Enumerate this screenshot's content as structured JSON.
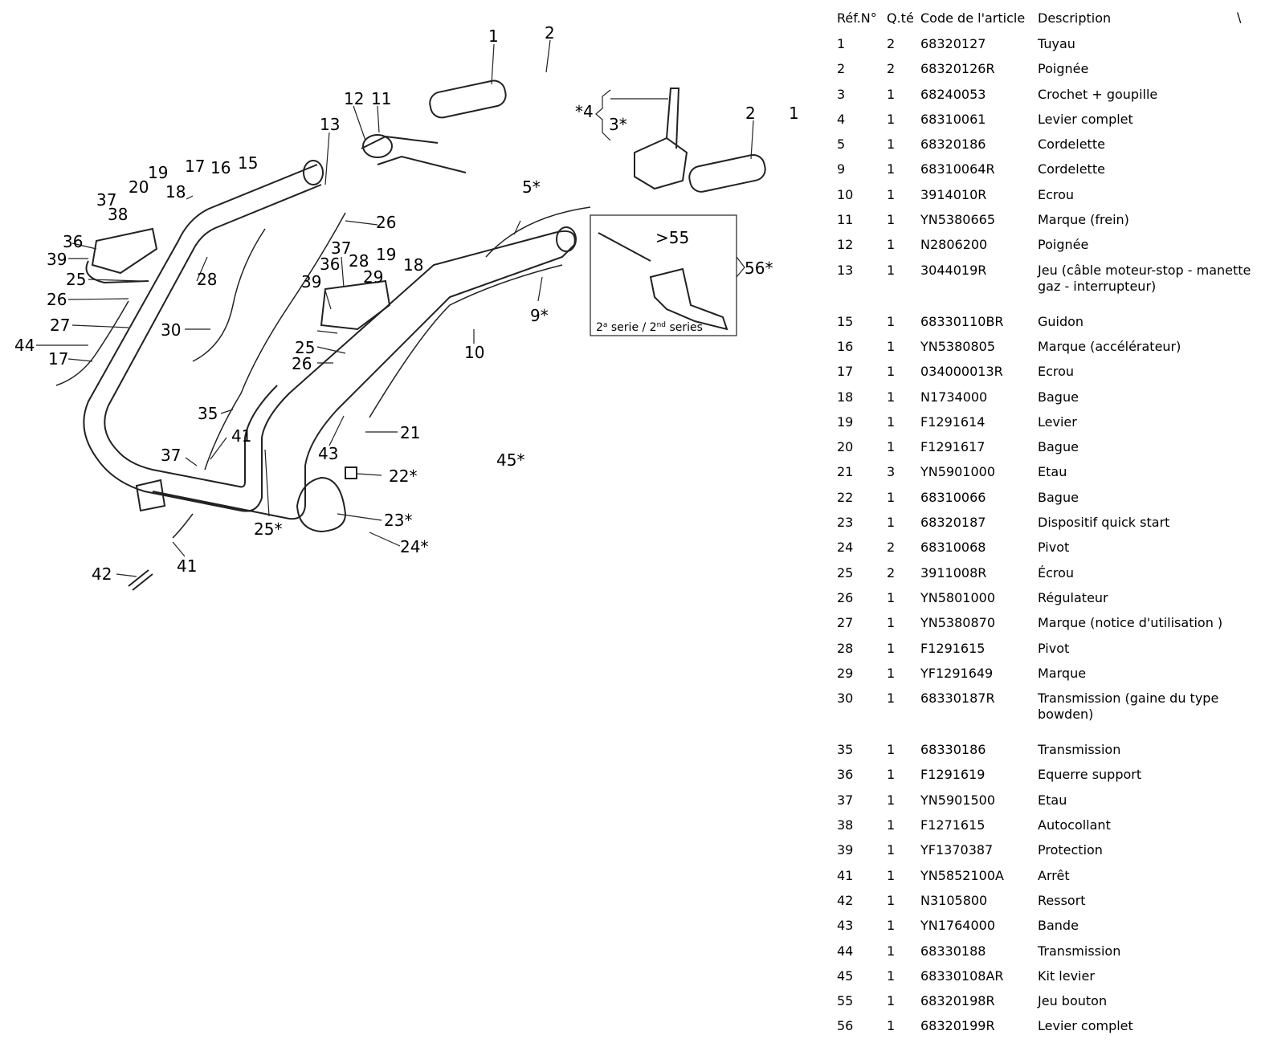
{
  "table": {
    "headers": {
      "ref": "Réf.N°",
      "qty": "Q.té",
      "code": "Code de l'article",
      "desc": "Description"
    },
    "corner_mark": "\\",
    "rows": [
      {
        "ref": "1",
        "qty": "2",
        "code": "68320127",
        "desc": "Tuyau"
      },
      {
        "ref": "2",
        "qty": "2",
        "code": "68320126R",
        "desc": "Poignée"
      },
      {
        "ref": "3",
        "qty": "1",
        "code": "68240053",
        "desc": "Crochet + goupille"
      },
      {
        "ref": "4",
        "qty": "1",
        "code": "68310061",
        "desc": "Levier complet"
      },
      {
        "ref": "5",
        "qty": "1",
        "code": "68320186",
        "desc": "Cordelette"
      },
      {
        "ref": "9",
        "qty": "1",
        "code": "68310064R",
        "desc": "Cordelette"
      },
      {
        "ref": "10",
        "qty": "1",
        "code": "3914010R",
        "desc": "Ecrou"
      },
      {
        "ref": "11",
        "qty": "1",
        "code": "YN5380665",
        "desc": "Marque (frein)"
      },
      {
        "ref": "12",
        "qty": "1",
        "code": "N2806200",
        "desc": "Poignée"
      },
      {
        "ref": "13",
        "qty": "1",
        "code": "3044019R",
        "desc": "Jeu (câble moteur-stop - manette gaz - interrupteur)"
      },
      {
        "ref": "15",
        "qty": "1",
        "code": "68330110BR",
        "desc": "Guidon"
      },
      {
        "ref": "16",
        "qty": "1",
        "code": "YN5380805",
        "desc": "Marque (accélérateur)"
      },
      {
        "ref": "17",
        "qty": "1",
        "code": "034000013R",
        "desc": "Ecrou"
      },
      {
        "ref": "18",
        "qty": "1",
        "code": "N1734000",
        "desc": "Bague"
      },
      {
        "ref": "19",
        "qty": "1",
        "code": "F1291614",
        "desc": "Levier"
      },
      {
        "ref": "20",
        "qty": "1",
        "code": "F1291617",
        "desc": "Bague"
      },
      {
        "ref": "21",
        "qty": "3",
        "code": "YN5901000",
        "desc": "Etau"
      },
      {
        "ref": "22",
        "qty": "1",
        "code": "68310066",
        "desc": "Bague"
      },
      {
        "ref": "23",
        "qty": "1",
        "code": "68320187",
        "desc": "Dispositif quick start"
      },
      {
        "ref": "24",
        "qty": "2",
        "code": "68310068",
        "desc": "Pivot"
      },
      {
        "ref": "25",
        "qty": "2",
        "code": "3911008R",
        "desc": "Écrou"
      },
      {
        "ref": "26",
        "qty": "1",
        "code": "YN5801000",
        "desc": "Régulateur"
      },
      {
        "ref": "27",
        "qty": "1",
        "code": "YN5380870",
        "desc": "Marque (notice d'utilisation )"
      },
      {
        "ref": "28",
        "qty": "1",
        "code": "F1291615",
        "desc": "Pivot"
      },
      {
        "ref": "29",
        "qty": "1",
        "code": "YF1291649",
        "desc": "Marque"
      },
      {
        "ref": "30",
        "qty": "1",
        "code": "68330187R",
        "desc": "Transmission (gaine du type bowden)"
      },
      {
        "ref": "35",
        "qty": "1",
        "code": "68330186",
        "desc": "Transmission"
      },
      {
        "ref": "36",
        "qty": "1",
        "code": "F1291619",
        "desc": "Equerre support"
      },
      {
        "ref": "37",
        "qty": "1",
        "code": "YN5901500",
        "desc": "Etau"
      },
      {
        "ref": "38",
        "qty": "1",
        "code": "F1271615",
        "desc": "Autocollant"
      },
      {
        "ref": "39",
        "qty": "1",
        "code": "YF1370387",
        "desc": "Protection"
      },
      {
        "ref": "41",
        "qty": "1",
        "code": "YN5852100A",
        "desc": "Arrêt"
      },
      {
        "ref": "42",
        "qty": "1",
        "code": "N3105800",
        "desc": "Ressort"
      },
      {
        "ref": "43",
        "qty": "1",
        "code": "YN1764000",
        "desc": "Bande"
      },
      {
        "ref": "44",
        "qty": "1",
        "code": "68330188",
        "desc": "Transmission"
      },
      {
        "ref": "45",
        "qty": "1",
        "code": "68330108AR",
        "desc": "Kit levier"
      },
      {
        "ref": "55",
        "qty": "1",
        "code": "68320198R",
        "desc": "Jeu bouton"
      },
      {
        "ref": "56",
        "qty": "1",
        "code": "68320199R",
        "desc": "Levier complet"
      }
    ]
  },
  "diagram": {
    "callouts": [
      "1",
      "2",
      "12",
      "11",
      "*4",
      "3*",
      "2",
      "1",
      "13",
      "15",
      "16",
      "17",
      "19",
      "20",
      "18",
      "37",
      "38",
      "36",
      "39",
      "25",
      "26",
      "27",
      "44",
      "17",
      "5*",
      "26",
      "28",
      "37",
      "36",
      "28",
      "19",
      "29",
      "18",
      "39",
      "30",
      "25",
      "26",
      "9*",
      "10",
      "35",
      "41",
      "37",
      "21",
      "43",
      "45*",
      "22*",
      "23*",
      "24*",
      "25*",
      "41",
      "42"
    ],
    "inset_label_55": ">55",
    "inset_callout_56": "56*",
    "inset_caption_base": "2",
    "inset_caption_sup1": "a",
    "inset_caption_mid": " serie / 2",
    "inset_caption_sup2": "nd",
    "inset_caption_end": " series"
  }
}
